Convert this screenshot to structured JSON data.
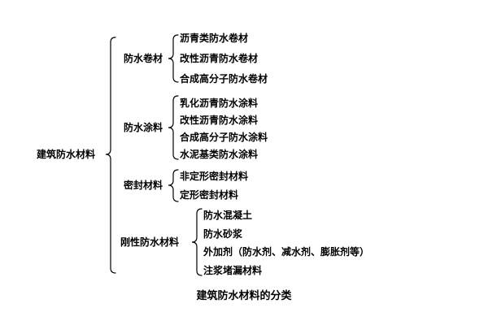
{
  "diagram": {
    "root": "建筑防水材料",
    "categories": [
      {
        "label": "防水卷材",
        "children": [
          "沥青类防水卷材",
          "改性沥青防水卷材",
          "合成高分子防水卷材"
        ]
      },
      {
        "label": "防水涂料",
        "children": [
          "乳化沥青防水涂料",
          "改性沥青防水涂料",
          "合成高分子防水涂料",
          "水泥基类防水涂料"
        ]
      },
      {
        "label": "密封材料",
        "children": [
          "非定形密封材料",
          "定形密封材料"
        ]
      },
      {
        "label": "刚性防水材料",
        "children": [
          "防水混凝土",
          "防水砂浆",
          "外加剂（防水剂、减水剂、膨胀剂等）",
          "注浆堵漏材料"
        ]
      }
    ],
    "caption": "建筑防水材料的分类",
    "colors": {
      "text": "#000000",
      "background": "#ffffff",
      "line": "#000000"
    }
  }
}
